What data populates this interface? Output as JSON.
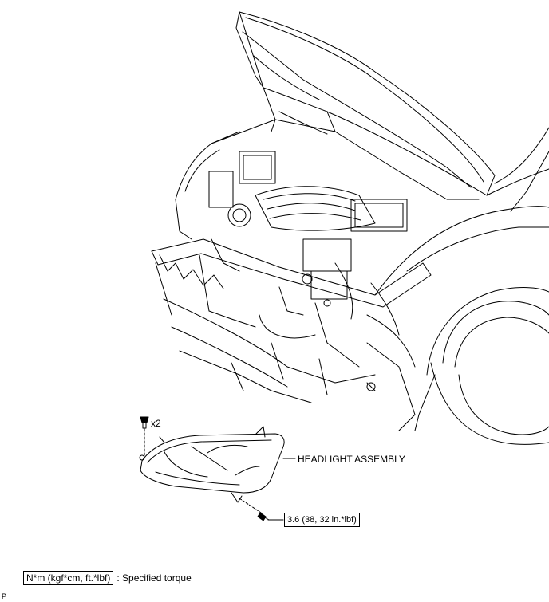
{
  "callouts": {
    "headlight_assembly": "HEADLIGHT ASSEMBLY",
    "fastener_count": "x2",
    "torque_value": "3.6 (38, 32 in.*lbf)"
  },
  "legend": {
    "unit_box": "N*m (kgf*cm, ft.*lbf)",
    "unit_desc": ": Specified torque"
  },
  "figure_code": "P",
  "colors": {
    "line": "#000000",
    "background": "#ffffff"
  },
  "icons": {
    "fastener": "screw-icon",
    "bolt": "bolt-icon"
  }
}
